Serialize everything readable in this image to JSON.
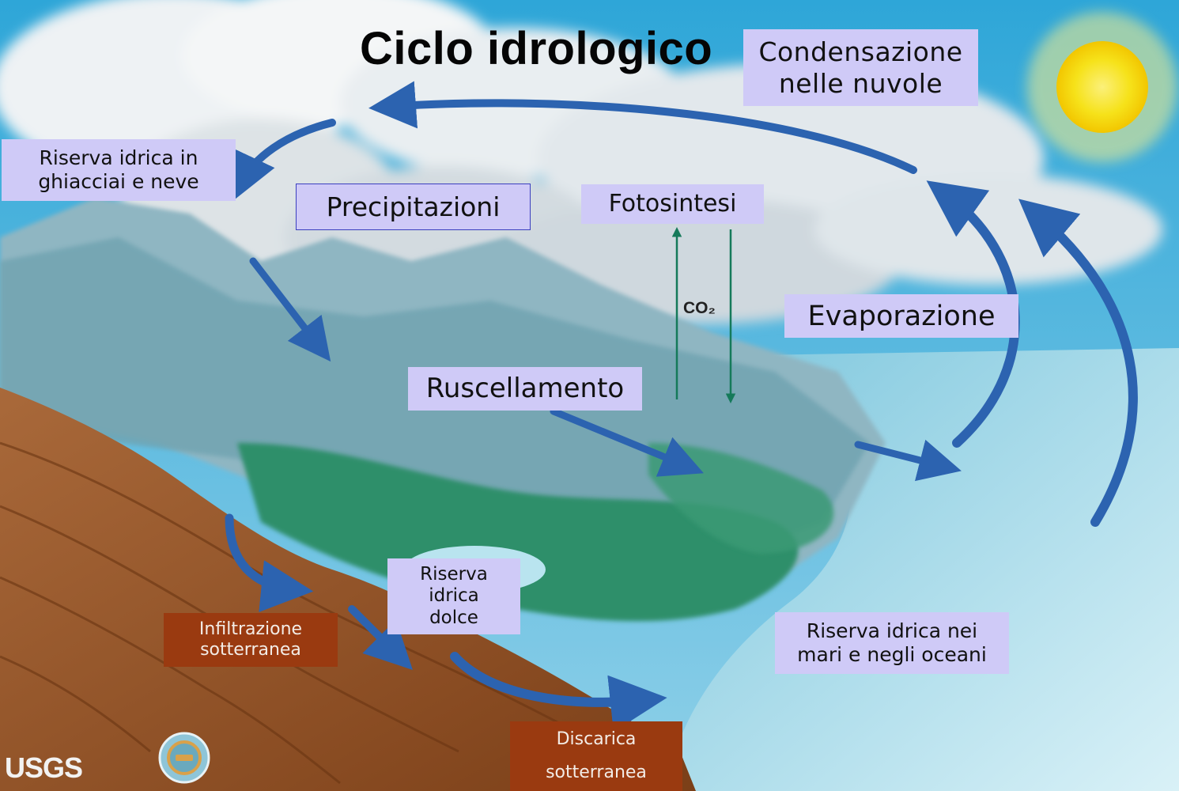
{
  "title": "Ciclo idrologico",
  "labels": {
    "condensazione": "Condensazione\nnelle nuvole",
    "riserva_ghiacciai": "Riserva idrica in\nghiacciai e neve",
    "precipitazioni": "Precipitazioni",
    "fotosintesi": "Fotosintesi",
    "evaporazione": "Evaporazione",
    "ruscellamento": "Ruscellamento",
    "riserva_dolce": "Riserva\nidrica\ndolce",
    "infiltrazione": "Infiltrazione\nsotterranea",
    "riserva_mari": "Riserva idrica nei\nmari e negli oceani",
    "discarica": "Discarica\nsotterranea"
  },
  "co2": "CO₂",
  "logo": "USGS",
  "colors": {
    "sky": "#4fb3dc",
    "cloud": "#e6ecef",
    "ocean": "#b9e2ee",
    "land_green": "#2f8f6a",
    "soil": "#9b5a2c",
    "arrow": "#2c63b0",
    "label_bg": "#cfcaf7",
    "brown_label_bg": "#9a3a10",
    "sun": "#f7e418"
  }
}
